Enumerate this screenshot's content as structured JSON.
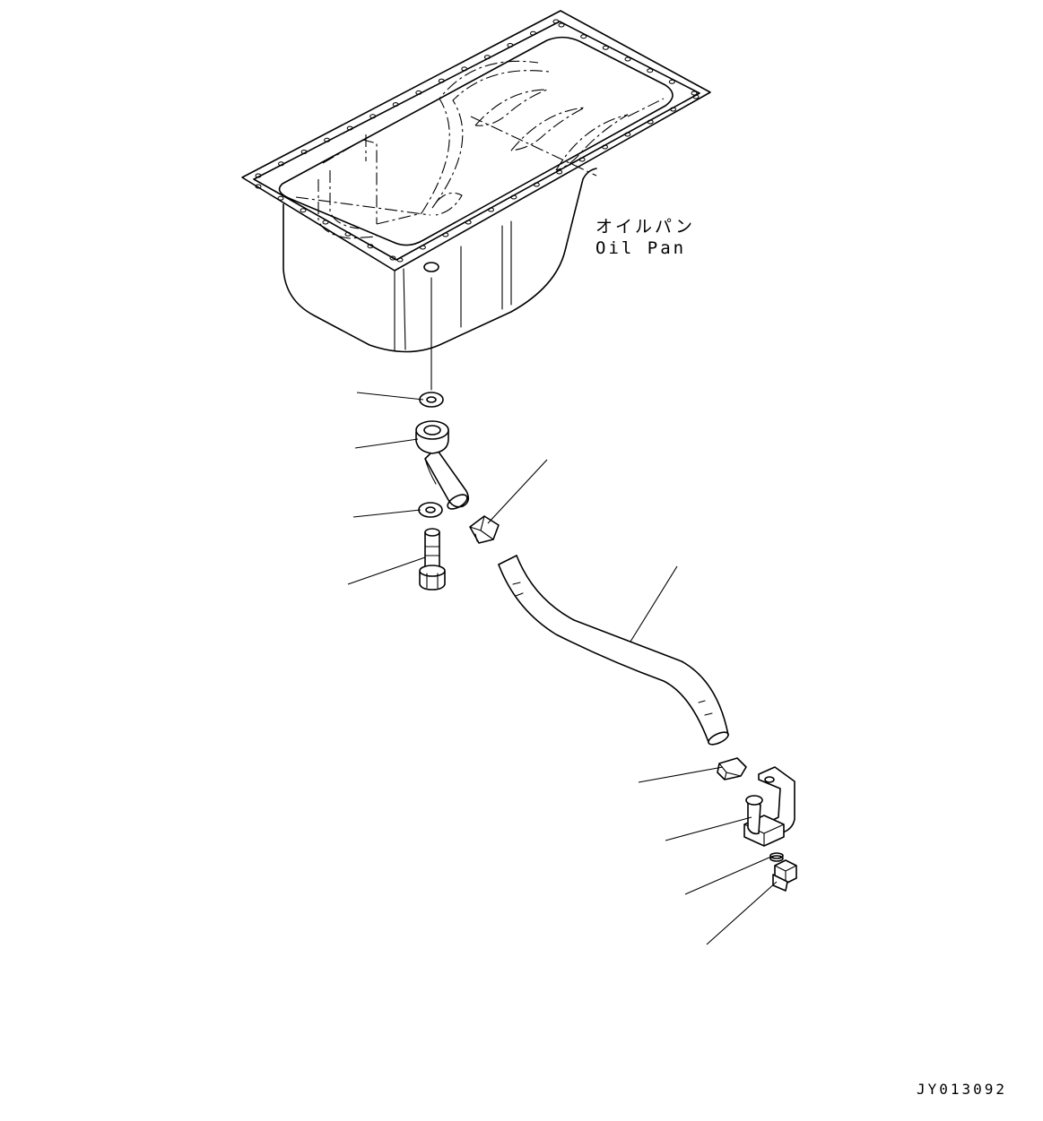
{
  "labels": {
    "oil_pan_jp": "オイルパン",
    "oil_pan_en": "Oil Pan"
  },
  "drawing_code": "JY013092",
  "colors": {
    "line": "#000000",
    "background": "#ffffff"
  }
}
